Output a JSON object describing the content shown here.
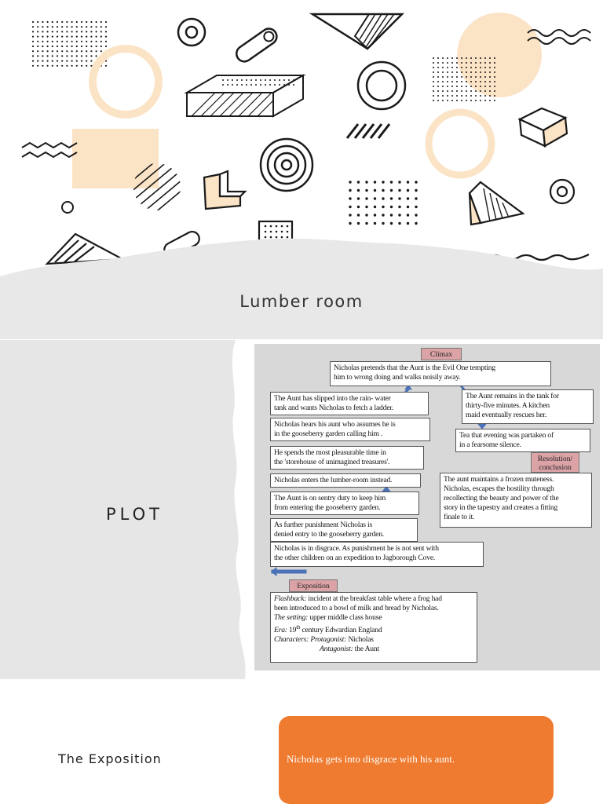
{
  "slide1": {
    "title": "Lumber room",
    "decoration": {
      "accent_color": "#fae6cc",
      "line_color": "#1a1a1a",
      "band_color": "#e8e8e8"
    }
  },
  "slide2": {
    "title": "PLOT",
    "diagram": {
      "climax_label": "Climax",
      "climax_text": [
        "Nicholas pretends that the Aunt is the Evil One tempting",
        "him to wrong doing and walks noisily away."
      ],
      "rising_actions": [
        [
          "The Aunt has slipped into the rain- water",
          "tank and wants Nicholas to fetch a ladder."
        ],
        [
          "Nicholas hears his aunt who assumes he is",
          "in the gooseberry garden calling him ."
        ],
        [
          "He spends the most pleasurable time in",
          "the 'storehouse of unimagined treasures'."
        ],
        [
          "Nicholas enters the lumber-room instead."
        ],
        [
          "The Aunt is on sentry duty to keep him",
          "from entering the gooseberry garden."
        ],
        [
          "As further punishment Nicholas is",
          "denied entry to the gooseberry garden."
        ],
        [
          "Nicholas is in disgrace. As punishment he is not sent with",
          "the other children on an expedition to Jagborough Cove."
        ]
      ],
      "falling_actions": [
        [
          "The Aunt remains in the tank for",
          "thirty-five minutes. A kitchen",
          "maid eventually rescues her."
        ],
        [
          "Tea that evening was partaken of",
          "in a fearsome silence."
        ]
      ],
      "resolution_label": "Resolution/ conclusion",
      "resolution_text": [
        "The aunt maintains a frozen muteness.",
        "Nicholas, escapes the hostility through",
        "recollecting the beauty and power of the",
        "story in the tapestry and creates a fitting",
        "finale to it."
      ],
      "exposition_label": "Exposition",
      "exposition": {
        "flashback_label": "Flashback:",
        "flashback_text": " incident at the breakfast table where a frog had",
        "flashback_text2": "been introduced to a bowl of milk and bread by Nicholas.",
        "setting_label": "The setting:",
        "setting_text": " upper middle class house",
        "era_label": "Era:",
        "era_text_pre": " 19",
        "era_sup": "th",
        "era_text_post": " century Edwardian England",
        "characters_label": "Characters: Protagonist:",
        "characters_text": " Nicholas",
        "antagonist_label": "Antagonist:",
        "antagonist_text": " the Aunt"
      },
      "colors": {
        "label_fill": "#dba3a6",
        "arrow": "#4a72b8",
        "background": "#d8d8d8"
      }
    }
  },
  "slide3": {
    "title": "The Exposition",
    "card_text": "Nicholas gets into disgrace with his aunt.",
    "card_color": "#ee7b2f"
  }
}
